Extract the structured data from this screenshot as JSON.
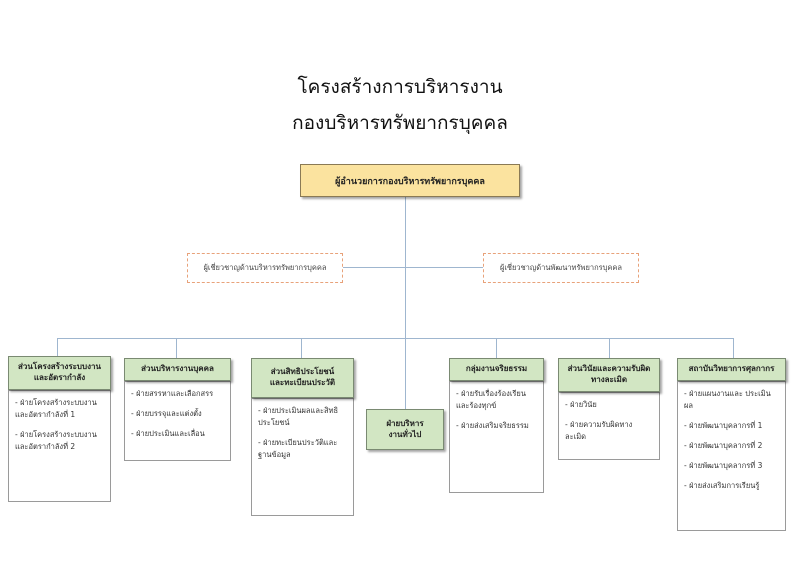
{
  "title_line1": "โครงสร้างการบริหารงาน",
  "title_line2": "กองบริหารทรัพยากรบุคคล",
  "director": "ผู้อำนวยการกองบริหารทรัพยากรบุคคล",
  "advisor_left": "ผู้เชี่ยวชาญด้านบริหารทรัพยากรบุคคล",
  "advisor_right": "ผู้เชี่ยวชาญด้านพัฒนาทรัพยากรบุคคล",
  "center_unit": "ฝ่ายบริหาร\nงานทั่วไป",
  "units": [
    {
      "head": "ส่วนโครงสร้างระบบงาน\nและอัตรากำลัง",
      "items": [
        "- ฝ่ายโครงสร้างระบบงาน และอัตรากำลังที่ 1",
        "- ฝ่ายโครงสร้างระบบงาน และอัตรากำลังที่ 2"
      ]
    },
    {
      "head": "ส่วนบริหารงานบุคคล",
      "items": [
        "- ฝ่ายสรรหาและเลือกสรร",
        "- ฝ่ายบรรจุและแต่งตั้ง",
        "- ฝ่ายประเมินและเลื่อน"
      ]
    },
    {
      "head": "ส่วนสิทธิประโยชน์\nและทะเบียนประวัติ",
      "items": [
        "- ฝ่ายประเมินผลและสิทธิ ประโยชน์",
        "- ฝ่ายทะเบียนประวัติและ ฐานข้อมูล"
      ]
    },
    {
      "head": "กลุ่มงานจริยธรรม",
      "items": [
        "- ฝ่ายรับเรื่องร้องเรียน และร้องทุกข์",
        "- ฝ่ายส่งเสริมจริยธรรม"
      ]
    },
    {
      "head": "ส่วนวินัยและความรับผิด\nทางละเมิด",
      "items": [
        "- ฝ่ายวินัย",
        "- ฝ่ายความรับผิดทาง ละเมิด"
      ]
    },
    {
      "head": "สถาบันวิทยาการศุลกากร",
      "items": [
        "- ฝ่ายแผนงานและ ประเมินผล",
        "- ฝ่ายพัฒนาบุคลากรที่ 1",
        "- ฝ่ายพัฒนาบุคลากรที่ 2",
        "- ฝ่ายพัฒนาบุคลากรที่ 3",
        "- ฝ่ายส่งเสริมการเรียนรู้"
      ]
    }
  ]
}
